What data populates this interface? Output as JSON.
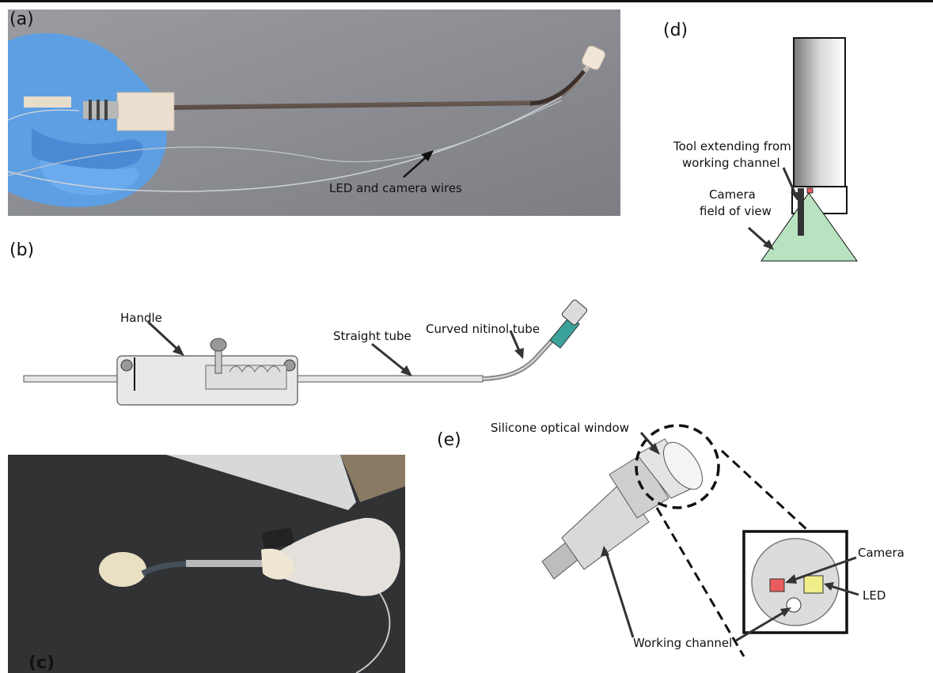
{
  "panels": {
    "a": {
      "label": "(a)",
      "annotations": {
        "wires": "LED and camera wires"
      }
    },
    "b": {
      "label": "(b)",
      "annotations": {
        "handle": "Handle",
        "straight_tube": "Straight tube",
        "curved_tube": "Curved nitinol tube"
      }
    },
    "c": {
      "label": "(c)"
    },
    "d": {
      "label": "(d)",
      "annotations": {
        "tool_line1": "Tool extending from",
        "tool_line2": "working channel",
        "camera_line1": "Camera",
        "camera_line2": "field of view"
      }
    },
    "e": {
      "label": "(e)",
      "annotations": {
        "window": "Silicone optical window",
        "camera": "Camera",
        "led": "LED",
        "channel": "Working channel"
      }
    }
  },
  "colors": {
    "camera_marker": "#e85c5c",
    "led_marker": "#efee8a",
    "fov_fill": "#b9e3c0",
    "glove_blue": "#5b9fe0",
    "photo_bg_a": "#8e9096"
  }
}
